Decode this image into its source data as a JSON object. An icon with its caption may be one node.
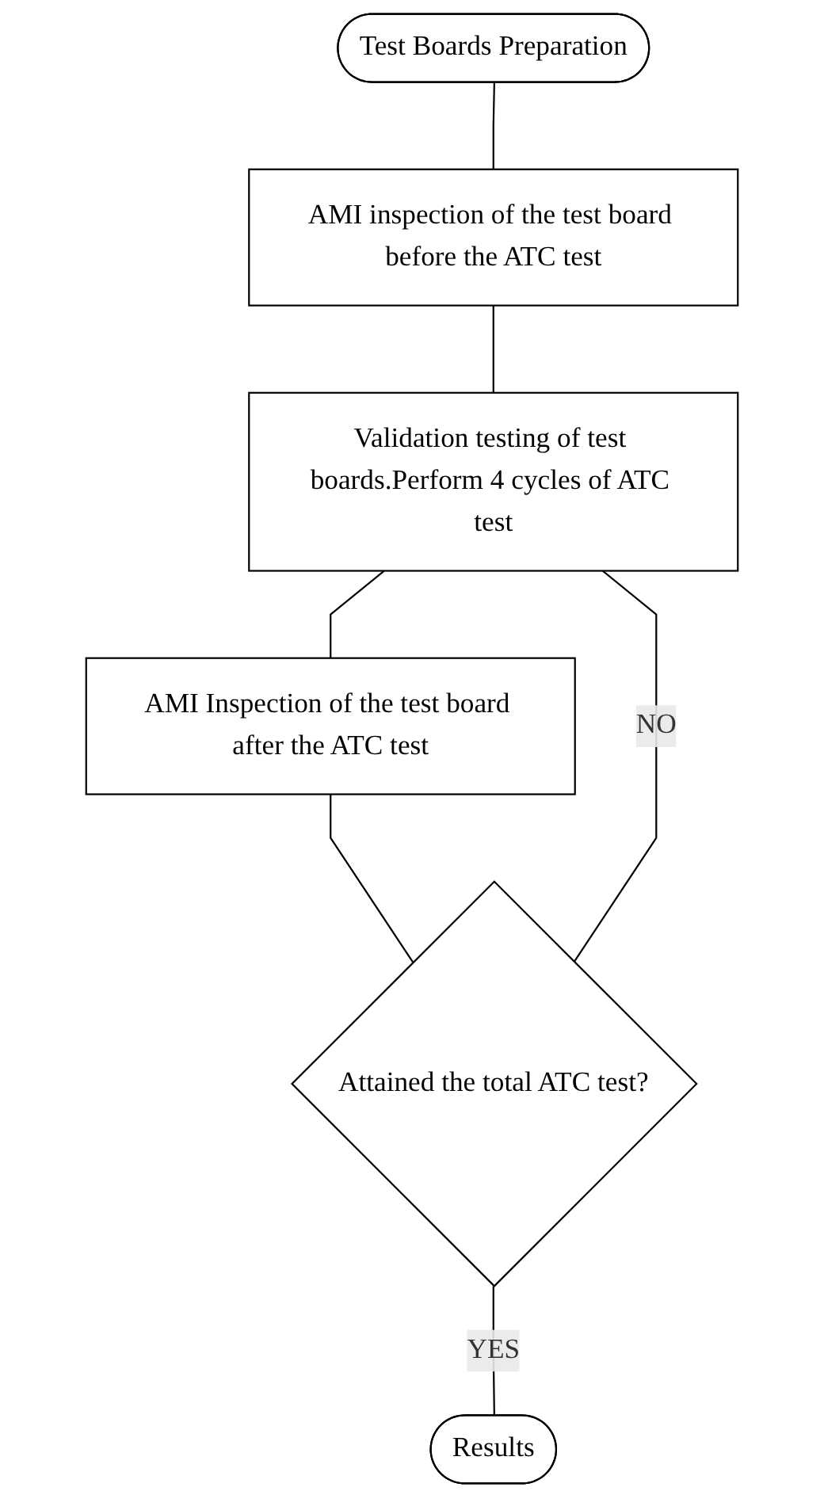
{
  "diagram": {
    "nodes": [
      {
        "text": [
          "Test Boards Preparation"
        ]
      },
      {
        "text": [
          "AMI inspection of the test board before the ATC test"
        ]
      },
      {
        "text": [
          "Validation testing of test boards.Perform 4 cycles of ATC test"
        ]
      },
      {
        "text": [
          "AMI Inspection of the test board after the ATC test"
        ]
      },
      {
        "text": [
          "Attained the total ATC test?"
        ]
      },
      {
        "text": [
          "Results"
        ]
      }
    ],
    "edges": [
      {
        "from": 0,
        "to": 1,
        "arrow": "none"
      },
      {
        "from": 1,
        "to": 2,
        "arrow": "none"
      },
      {
        "from": 2,
        "to": 3,
        "arrow": "none"
      },
      {
        "from": 3,
        "to": 4,
        "arrow": "none"
      },
      {
        "from": 4,
        "to": 2,
        "arrow": "none",
        "label": "NO"
      },
      {
        "from": 4,
        "to": 5,
        "arrow": "none",
        "label": "YES"
      }
    ]
  }
}
